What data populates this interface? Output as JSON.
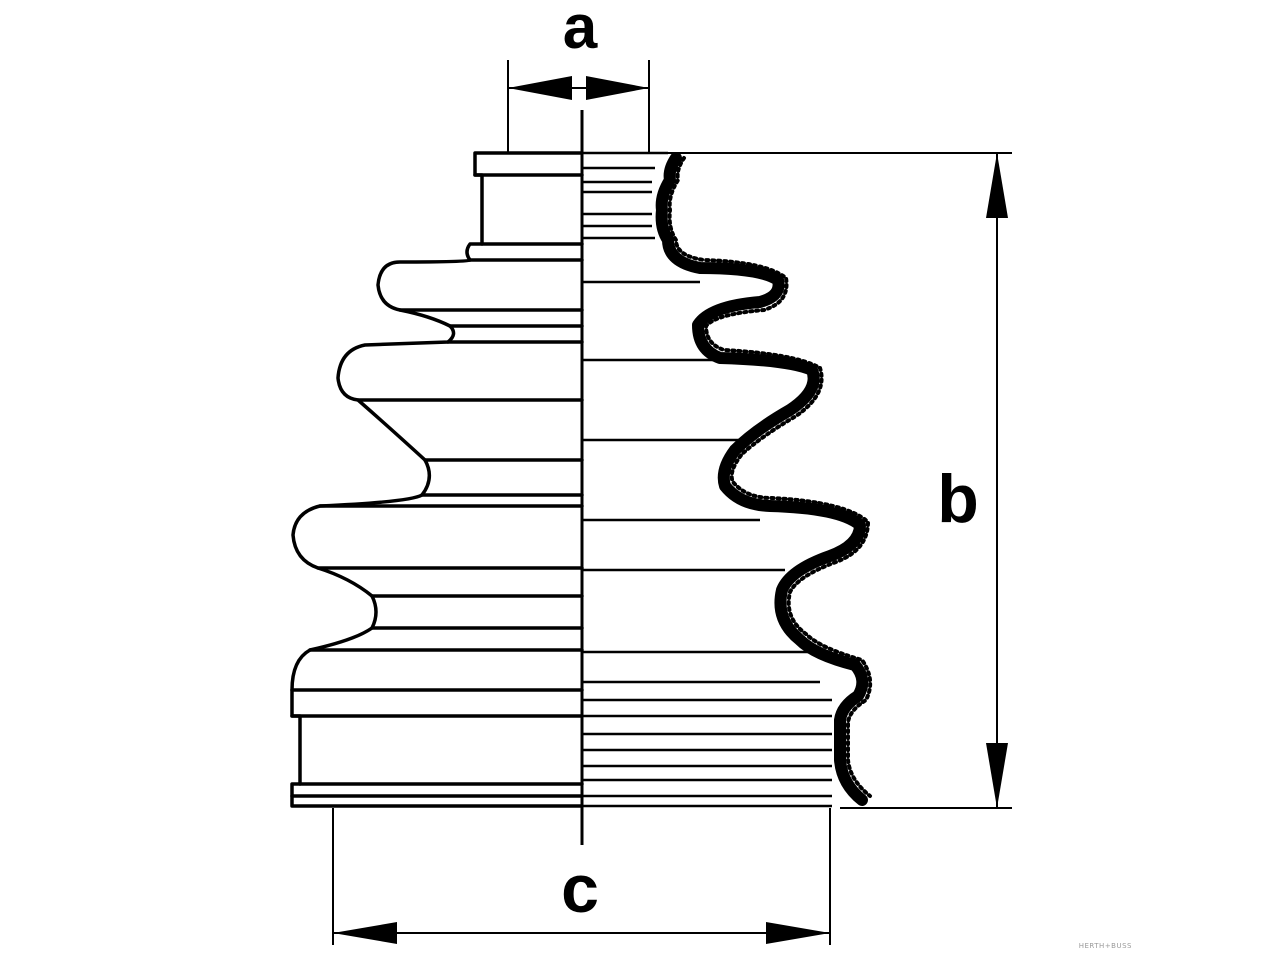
{
  "diagram": {
    "dimension_labels": {
      "a": "a",
      "b": "b",
      "c": "c"
    },
    "watermark": "HERTH+BUSS",
    "colors": {
      "line": "#000000",
      "background": "#ffffff",
      "watermark": "#9a9a9a"
    }
  }
}
